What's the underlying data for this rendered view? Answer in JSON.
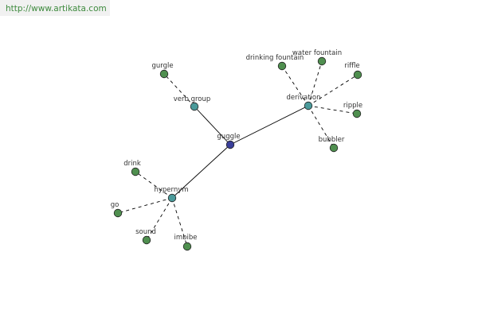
{
  "site": {
    "url": "http://www.artikata.com"
  },
  "colors": {
    "root": "#3a3f9a",
    "category": "#4a9a9a",
    "leaf": "#4f8f4f",
    "edge": "#000000",
    "url_text": "#3d8a3d",
    "banner": "#f1f1f1"
  },
  "graph": {
    "root": {
      "id": "guggle",
      "label": "guggle"
    },
    "categories": [
      {
        "id": "verb-group",
        "label": "verb group",
        "leaves": [
          {
            "id": "gurgle",
            "label": "gurgle"
          }
        ]
      },
      {
        "id": "derivation",
        "label": "derivation",
        "leaves": [
          {
            "id": "drinking-fountain",
            "label": "drinking fountain"
          },
          {
            "id": "water-fountain",
            "label": "water fountain"
          },
          {
            "id": "riffle",
            "label": "riffle"
          },
          {
            "id": "ripple",
            "label": "ripple"
          },
          {
            "id": "bubbler",
            "label": "bubbler"
          }
        ]
      },
      {
        "id": "hypernym",
        "label": "hypernym",
        "leaves": [
          {
            "id": "drink",
            "label": "drink"
          },
          {
            "id": "go",
            "label": "go"
          },
          {
            "id": "sound",
            "label": "sound"
          },
          {
            "id": "imbibe",
            "label": "imbibe"
          }
        ]
      }
    ]
  }
}
